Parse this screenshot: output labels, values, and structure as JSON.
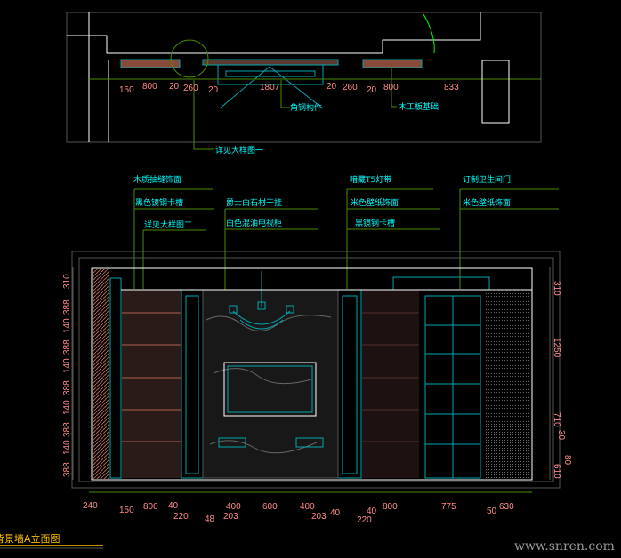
{
  "plan": {
    "dims": [
      "150",
      "800",
      "20",
      "260",
      "20",
      "1807",
      "20",
      "260",
      "20",
      "800",
      "833"
    ],
    "labels": {
      "detail1": "详见大样图一",
      "angle_steel": "角钢构件",
      "plywood_base": "木工板基础"
    }
  },
  "elevation": {
    "labels": {
      "wood_panel": "木质抽缝饰面",
      "black_steel_slot": "黑色镜钢卡槽",
      "detail2": "详见大样图二",
      "jazz_white_stone": "爵士白石材干挂",
      "tv_cabinet": "白色混油电视柜",
      "t5_light": "暗藏T5灯带",
      "beige_wallpaper_1": "米色壁纸饰面",
      "black_mirror_slot": "黑镜钢卡槽",
      "bathroom_door": "订制卫生间门",
      "beige_wallpaper_2": "米色壁纸饰面"
    },
    "left_dims": [
      "310",
      "388",
      "140",
      "388",
      "140",
      "388",
      "140",
      "388",
      "140",
      "388"
    ],
    "right_dims": [
      "310",
      "1250",
      "710",
      "30",
      "80",
      "610"
    ],
    "bottom_dims": [
      "240",
      "150",
      "800",
      "40",
      "220",
      "48",
      "203",
      "400",
      "600",
      "400",
      "203",
      "40",
      "220",
      "40",
      "800",
      "775",
      "50",
      "630"
    ]
  },
  "title": "背景墙A立面图",
  "watermark": "www.snren.com"
}
